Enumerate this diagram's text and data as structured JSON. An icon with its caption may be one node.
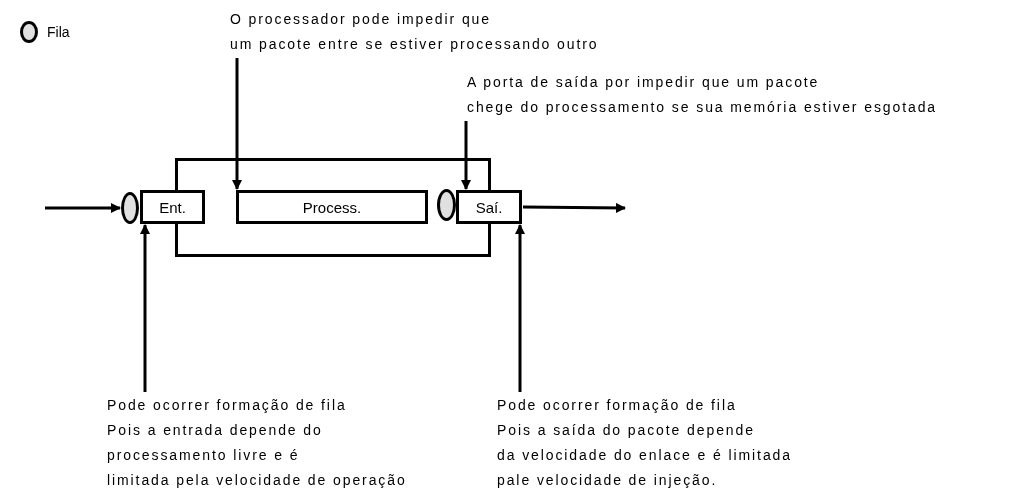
{
  "diagram": {
    "nodes": [
      {
        "text": [],
        "shape": "box"
      },
      {
        "text": [
          "Ent."
        ]
      },
      {
        "text": [
          "Process."
        ],
        "in": 0
      },
      {
        "text": [
          "Saí."
        ]
      },
      {
        "text": [],
        "shape": "circle"
      },
      {
        "text": [],
        "shape": "circle",
        "in": 0
      },
      {
        "text": [
          "O processador pode impedir que um pacote entre se estiver processando outro"
        ]
      },
      {
        "text": [
          "A porta de saída por impedir que um pacote chege do processamento se sua memória estiver esgotada"
        ]
      },
      {
        "text": [
          "Pode ocorrer formação de fila Pois a entrada depende do processamento livre e é limitada pela velocidade de operação"
        ]
      },
      {
        "text": [
          "Pode ocorrer formação de fila Pois a saída do pacote depende da velocidade do enlace e é limitada pale velocidade de injeção."
        ]
      }
    ],
    "edges": [
      {
        "from": null,
        "to": 4,
        "arrow": "to"
      },
      {
        "from": 3,
        "to": null,
        "arrow": "to"
      },
      {
        "from": 6,
        "to": 2,
        "arrow": "to"
      },
      {
        "from": 7,
        "to": 3,
        "arrow": "to"
      },
      {
        "from": 8,
        "to": 1,
        "arrow": "to"
      },
      {
        "from": 9,
        "to": 3,
        "arrow": "to"
      }
    ],
    "legend": [
      {
        "text": "Fila"
      }
    ]
  }
}
